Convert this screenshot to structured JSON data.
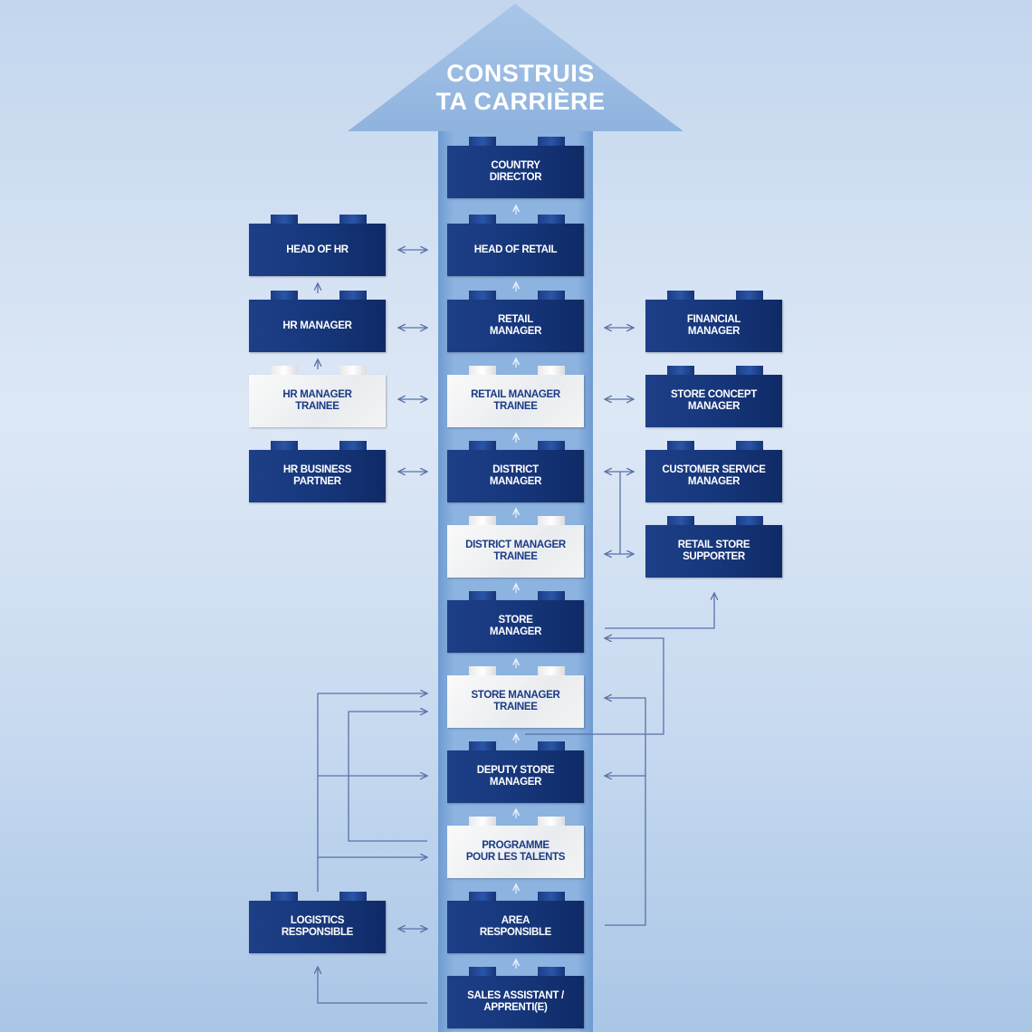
{
  "title": {
    "line1": "CONSTRUIS",
    "line2": "TA CARRIÈRE"
  },
  "bricks": [
    {
      "id": "country-director",
      "label": "COUNTRY\nDIRECTOR",
      "kind": "dark"
    },
    {
      "id": "head-of-retail",
      "label": "HEAD OF RETAIL",
      "kind": "dark"
    },
    {
      "id": "retail-manager",
      "label": "RETAIL\nMANAGER",
      "kind": "dark"
    },
    {
      "id": "retail-manager-trainee",
      "label": "RETAIL MANAGER\nTRAINEE",
      "kind": "light"
    },
    {
      "id": "district-manager",
      "label": "DISTRICT\nMANAGER",
      "kind": "dark"
    },
    {
      "id": "district-manager-trainee",
      "label": "DISTRICT MANAGER\nTRAINEE",
      "kind": "light"
    },
    {
      "id": "store-manager",
      "label": "STORE\nMANAGER",
      "kind": "dark"
    },
    {
      "id": "store-manager-trainee",
      "label": "STORE MANAGER\nTRAINEE",
      "kind": "light"
    },
    {
      "id": "deputy-store-manager",
      "label": "DEPUTY STORE\nMANAGER",
      "kind": "dark"
    },
    {
      "id": "programme-talents",
      "label": "PROGRAMME\nPOUR LES TALENTS",
      "kind": "light"
    },
    {
      "id": "area-responsible",
      "label": "AREA\nRESPONSIBLE",
      "kind": "dark"
    },
    {
      "id": "sales-assistant",
      "label": "SALES ASSISTANT /\nAPPRENTI(E)",
      "kind": "dark"
    },
    {
      "id": "head-of-hr",
      "label": "HEAD OF HR",
      "kind": "dark"
    },
    {
      "id": "hr-manager",
      "label": "HR MANAGER",
      "kind": "dark"
    },
    {
      "id": "hr-manager-trainee",
      "label": "HR MANAGER\nTRAINEE",
      "kind": "light"
    },
    {
      "id": "hr-business-partner",
      "label": "HR BUSINESS\nPARTNER",
      "kind": "dark"
    },
    {
      "id": "logistics-responsible",
      "label": "LOGISTICS\nRESPONSIBLE",
      "kind": "dark"
    },
    {
      "id": "financial-manager",
      "label": "FINANCIAL\nMANAGER",
      "kind": "dark"
    },
    {
      "id": "store-concept-manager",
      "label": "STORE CONCEPT\nMANAGER",
      "kind": "dark"
    },
    {
      "id": "customer-service-manager",
      "label": "CUSTOMER SERVICE\nMANAGER",
      "kind": "dark"
    },
    {
      "id": "retail-store-supporter",
      "label": "RETAIL STORE\nSUPPORTER",
      "kind": "dark"
    }
  ]
}
